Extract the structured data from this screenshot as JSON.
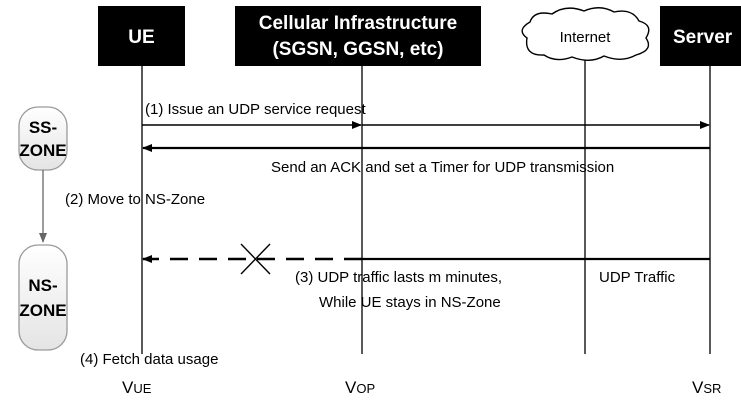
{
  "entities": {
    "ue": "UE",
    "cellular_line1": "Cellular Infrastructure",
    "cellular_line2": "(SGSN, GGSN, etc)",
    "internet": "Internet",
    "server": "Server"
  },
  "zones": {
    "ss_line1": "SS-",
    "ss_line2": "ZONE",
    "ns_line1": "NS-",
    "ns_line2": "ZONE"
  },
  "steps": {
    "step1": "(1) Issue an UDP service request",
    "ack": "Send an ACK and set a Timer for UDP transmission",
    "step2": "(2) Move to NS-Zone",
    "udp_traffic": "UDP Traffic",
    "step3_line1": "(3) UDP traffic lasts m minutes,",
    "step3_line2": "While UE stays in NS-Zone",
    "step4": "(4) Fetch data usage"
  },
  "vantage_points": {
    "ue": {
      "main": "V",
      "sub": "UE"
    },
    "op": {
      "main": "V",
      "sub": "OP"
    },
    "sr": {
      "main": "V",
      "sub": "SR"
    }
  },
  "colors": {
    "header_bg": "#000000",
    "header_text": "#ffffff",
    "line": "#000000",
    "zone_fill_top": "#ffffff",
    "zone_fill_bottom": "#e4e4e4",
    "zone_stroke": "#9a9a9a",
    "zone_arrow": "#666666"
  }
}
